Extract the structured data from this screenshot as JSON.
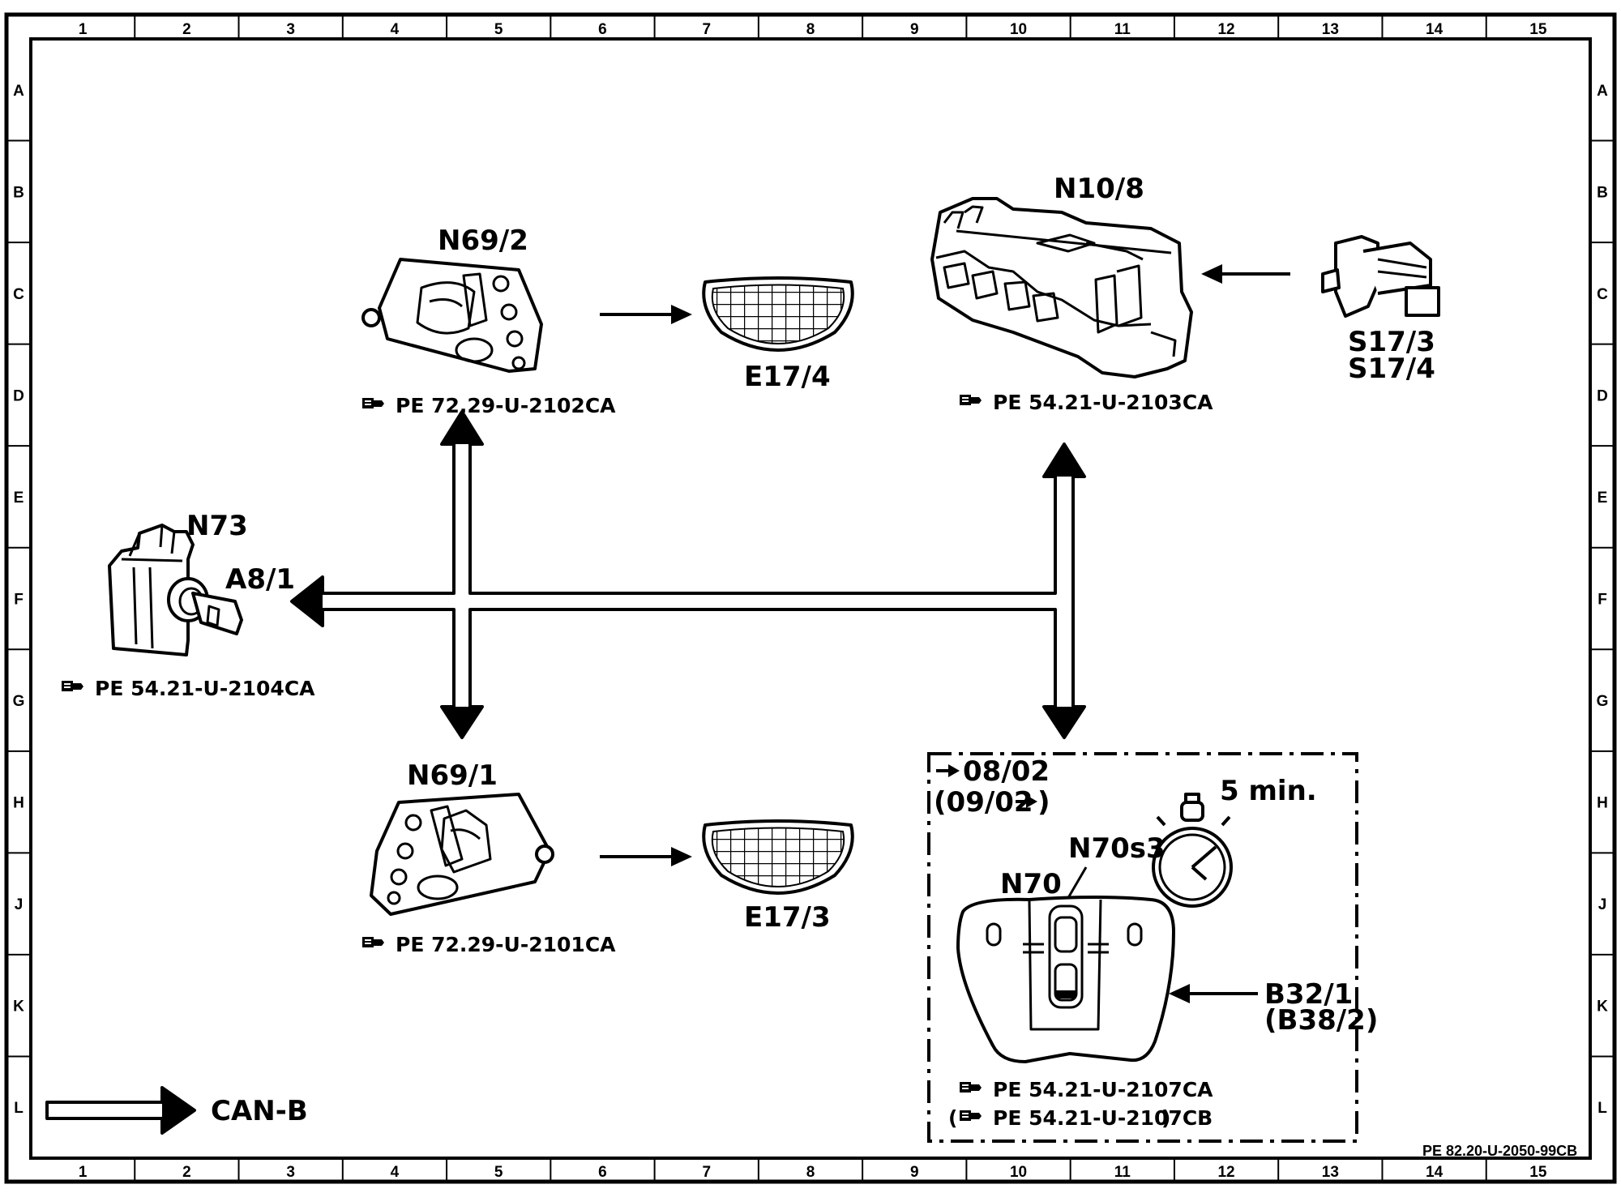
{
  "grid": {
    "columns": [
      "1",
      "2",
      "3",
      "4",
      "5",
      "6",
      "7",
      "8",
      "9",
      "10",
      "11",
      "12",
      "13",
      "14",
      "15"
    ],
    "rows": [
      "A",
      "B",
      "C",
      "D",
      "E",
      "F",
      "G",
      "H",
      "J",
      "K",
      "L"
    ]
  },
  "components": {
    "n69_2": {
      "label": "N69/2",
      "ref": "PE 72.29-U-2102CA"
    },
    "e17_4": {
      "label": "E17/4"
    },
    "n10_8": {
      "label": "N10/8",
      "ref": "PE 54.21-U-2103CA"
    },
    "s17": {
      "label_1": "S17/3",
      "label_2": "S17/4"
    },
    "n73": {
      "label": "N73",
      "sub_label": "A8/1",
      "ref": "PE 54.21-U-2104CA"
    },
    "n69_1": {
      "label": "N69/1",
      "ref": "PE 72.29-U-2101CA"
    },
    "e17_3": {
      "label": "E17/3"
    },
    "n70": {
      "label": "N70",
      "switch_label": "N70s3",
      "date_from": "08/02",
      "date_until": "(09/02",
      "timer": "5 min.",
      "ref_1": "PE 54.21-U-2107CA",
      "ref_2": "PE 54.21-U-2107CB"
    },
    "b32": {
      "label_1": "B32/1",
      "label_2": "(B38/2)"
    }
  },
  "legend": {
    "can_b": "CAN-B"
  },
  "footer_ref": "PE 82.20-U-2050-99CB"
}
